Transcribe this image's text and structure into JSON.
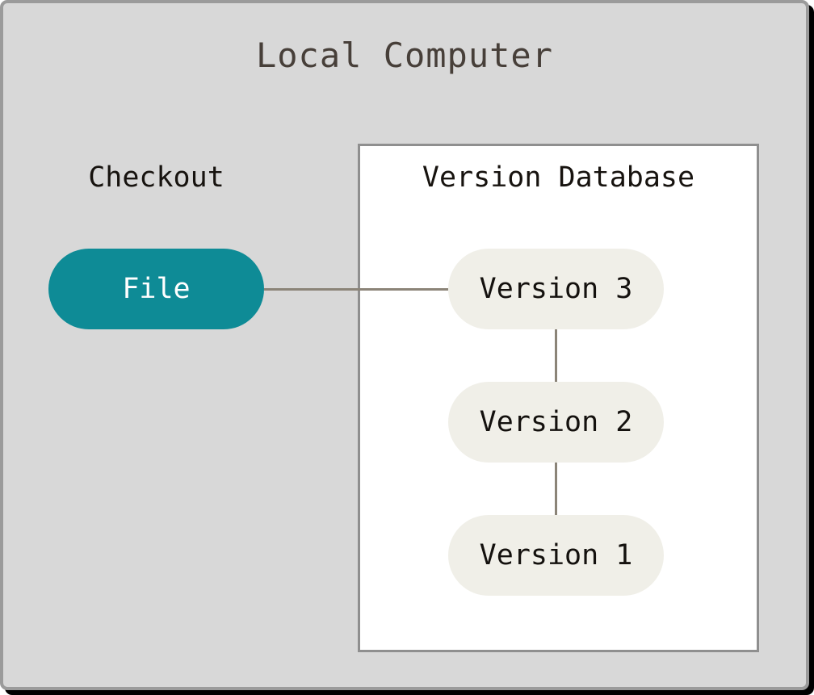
{
  "title": "Local Computer",
  "checkout": {
    "label": "Checkout",
    "node_label": "File"
  },
  "version_database": {
    "label": "Version Database",
    "nodes": [
      "Version 3",
      "Version 2",
      "Version 1"
    ]
  },
  "connectors": [
    {
      "from": "File",
      "to": "Version 3",
      "orientation": "horizontal"
    },
    {
      "from": "Version 3",
      "to": "Version 2",
      "orientation": "vertical"
    },
    {
      "from": "Version 2",
      "to": "Version 1",
      "orientation": "vertical"
    }
  ],
  "colors": {
    "frame_background": "#d8d8d8",
    "frame_border": "#9b9b9b",
    "frame_shadow": "#000000",
    "title_text": "#473f39",
    "label_text": "#17130f",
    "db_box_background": "#ffffff",
    "db_box_border": "#8f8f8f",
    "file_node_fill": "#0e8b96",
    "file_node_text": "#ffffff",
    "version_node_fill": "#f0efe8",
    "version_node_text": "#14110e",
    "connector": "#8b8478"
  }
}
